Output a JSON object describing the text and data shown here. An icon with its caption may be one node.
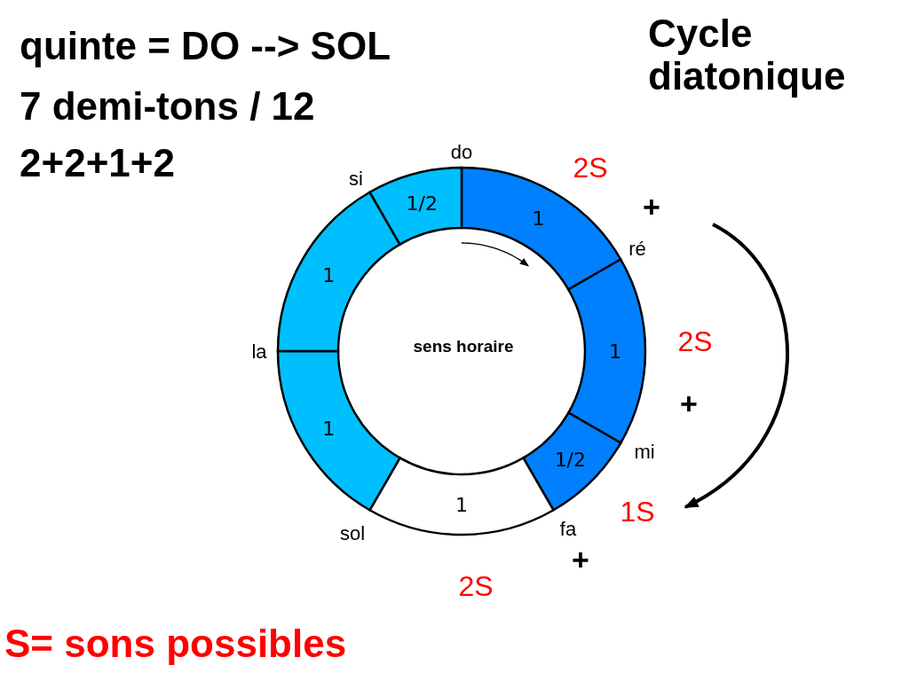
{
  "diagram": {
    "nodes": [
      {
        "text": [
          "1"
        ]
      },
      {
        "text": [
          "1"
        ]
      },
      {
        "text": [
          "1/2"
        ]
      },
      {
        "text": [
          "1"
        ]
      },
      {
        "text": [
          "1"
        ]
      },
      {
        "text": [
          "1"
        ]
      },
      {
        "text": [
          "1/2"
        ]
      }
    ],
    "labels": [
      "quinte = DO --> SOL",
      "Cycle diatonique",
      "7 demi-tons / 12",
      "2+2+1+2",
      "do",
      "2S",
      "si",
      "+",
      "ré",
      "sens horaire",
      "la",
      "2S",
      "+",
      "mi",
      "1S",
      "sol",
      "fa",
      "+",
      "2S",
      "S= sons possibles"
    ]
  }
}
